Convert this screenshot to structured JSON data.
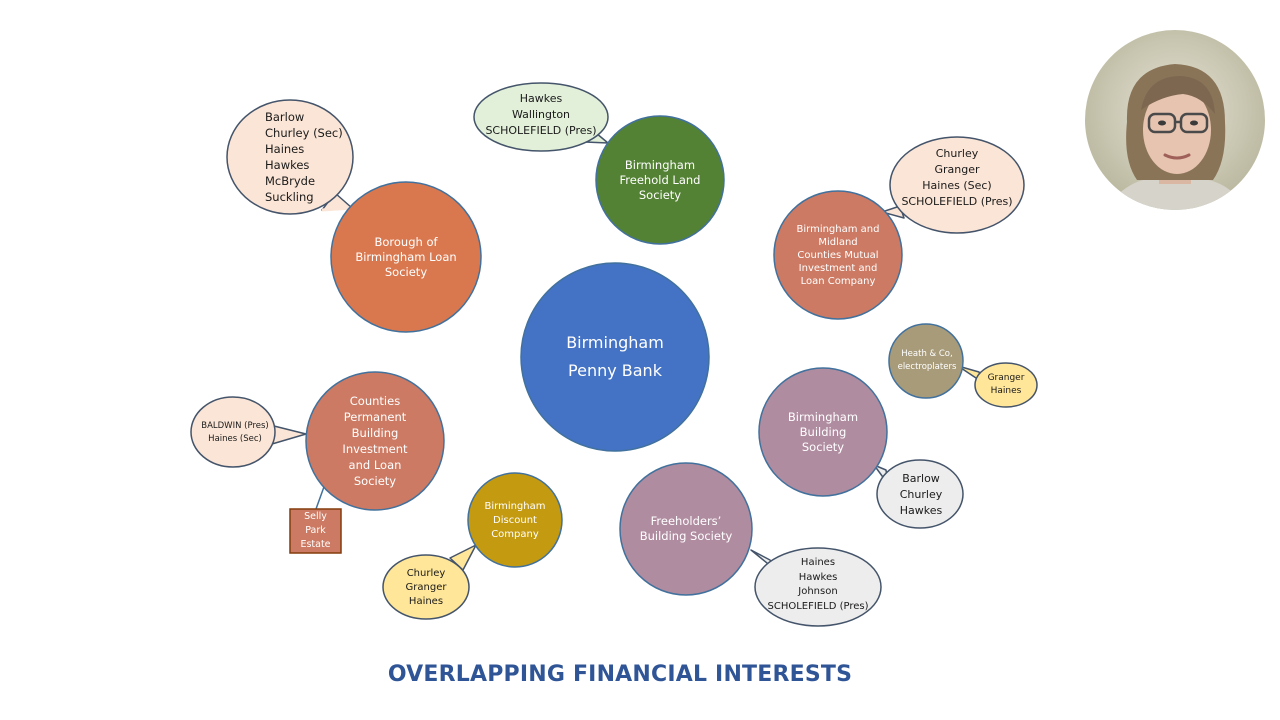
{
  "title": "OVERLAPPING FINANCIAL INTERESTS",
  "colors": {
    "bank_blue": "#4472c4",
    "orange": "#d9784f",
    "green": "#548235",
    "terracotta": "#cc7a63",
    "mauve": "#b08ca0",
    "khaki": "#a89b7a",
    "gold": "#c49a10",
    "bubble_peach": "#fbe5d6",
    "bubble_green": "#e2f0d9",
    "bubble_grey": "#ededed",
    "bubble_yellow": "#ffe699",
    "bubble_border": "#44546a",
    "title_blue": "#2f5597"
  },
  "nodes": {
    "penny_bank": "Birmingham\nPenny Bank",
    "freehold_land": "Birmingham\nFreehold Land\nSociety",
    "borough_loan": "Borough of\nBirmingham Loan\nSociety",
    "midland_counties": "Birmingham and\nMidland\nCounties Mutual\nInvestment and\nLoan Company",
    "heath_co": "Heath & Co,\nelectroplaters",
    "building_society": "Birmingham\nBuilding\nSociety",
    "counties_permanent": "Counties\nPermanent\nBuilding\nInvestment\nand Loan\nSociety",
    "selly_park": "Selly\nPark\nEstate",
    "discount_company": "Birmingham\nDiscount\nCompany",
    "freeholders": "Freeholders’\nBuilding Society"
  },
  "bubbles": {
    "borough_loan": "Barlow\nChurley (Sec)\nHaines\nHawkes\nMcBryde\nSuckling",
    "freehold_land": "Hawkes\nWallington\nSCHOLEFIELD (Pres)",
    "midland_counties": "Churley\nGranger\nHaines (Sec)\nSCHOLEFIELD (Pres)",
    "heath_co": "Granger\nHaines",
    "building_society": "Barlow\nChurley\nHawkes",
    "freeholders": "Haines\nHawkes\nJohnson\nSCHOLEFIELD (Pres)",
    "discount_company": "Churley\nGranger\nHaines",
    "counties_permanent": "BALDWIN (Pres)\nHaines (Sec)"
  }
}
